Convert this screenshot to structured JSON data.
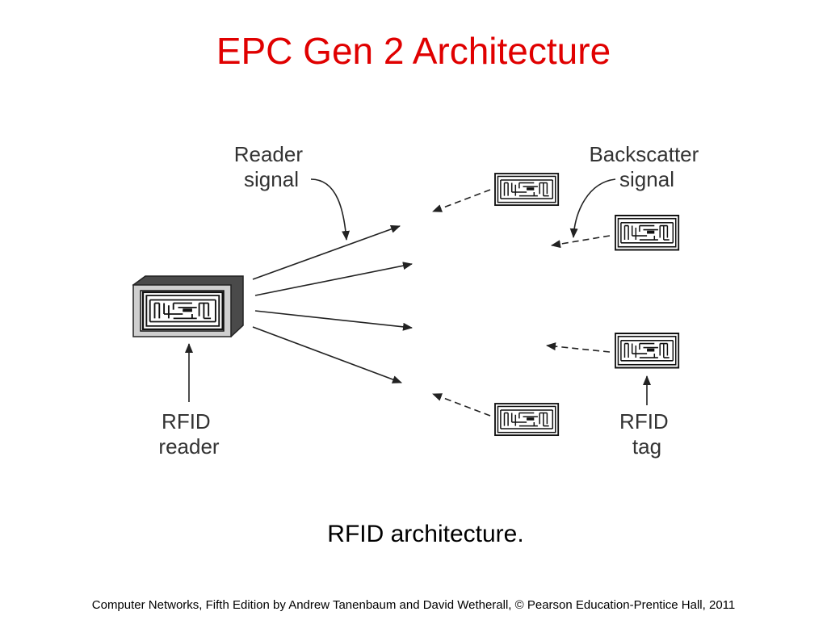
{
  "slide": {
    "title": "EPC Gen 2 Architecture",
    "caption": "RFID architecture.",
    "footer": "Computer Networks, Fifth Edition by Andrew Tanenbaum and David Wetherall, © Pearson Education-Prentice Hall, 2011"
  },
  "diagram": {
    "labels": {
      "reader_signal": [
        "Reader",
        "signal"
      ],
      "backscatter_signal": [
        "Backscatter",
        "signal"
      ],
      "rfid_reader": [
        "RFID",
        "reader"
      ],
      "rfid_tag": [
        "RFID",
        "tag"
      ]
    },
    "components": {
      "reader_count": 1,
      "tag_count": 4
    }
  }
}
